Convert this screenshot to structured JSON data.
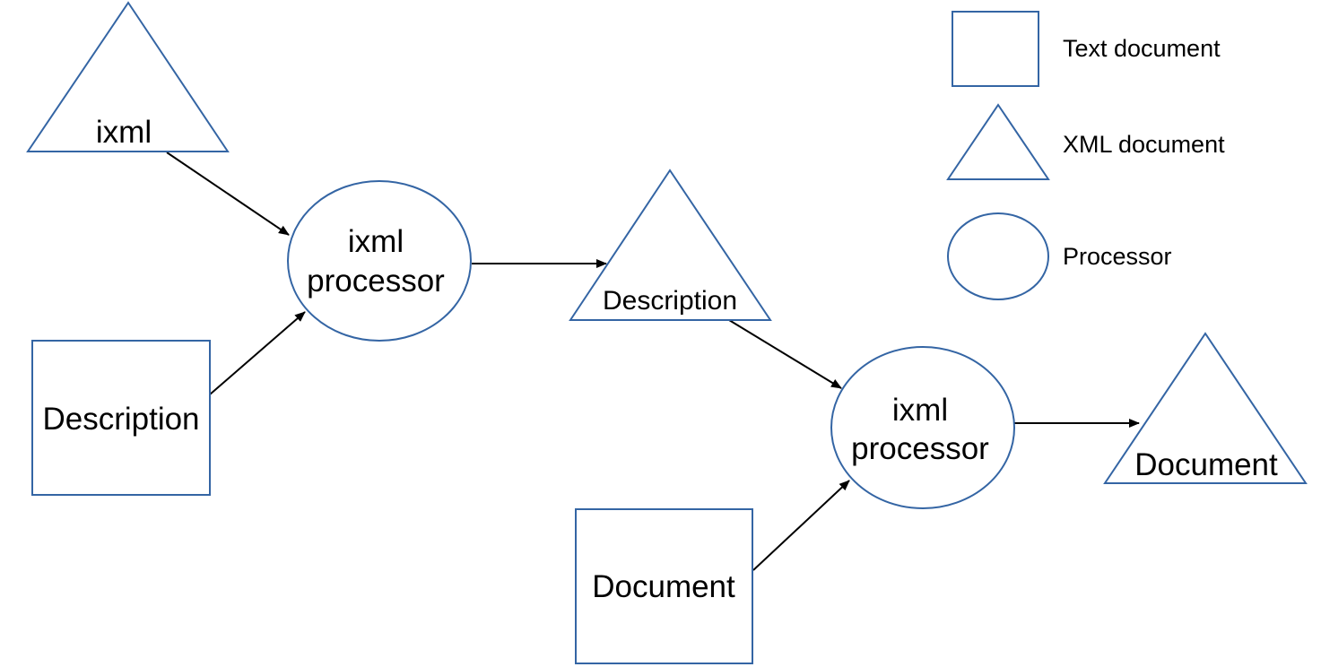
{
  "nodes": {
    "ixml_input": "ixml",
    "description_text": "Description",
    "processor_1": [
      "ixml",
      "processor"
    ],
    "description_xml": "Description",
    "document_text": "Document",
    "processor_2": [
      "ixml",
      "processor"
    ],
    "document_xml": "Document"
  },
  "legend": {
    "text_document": "Text document",
    "xml_document": "XML document",
    "processor": "Processor"
  },
  "colors": {
    "shape_stroke": "#3465a4",
    "edge": "#000000",
    "background": "#ffffff"
  }
}
